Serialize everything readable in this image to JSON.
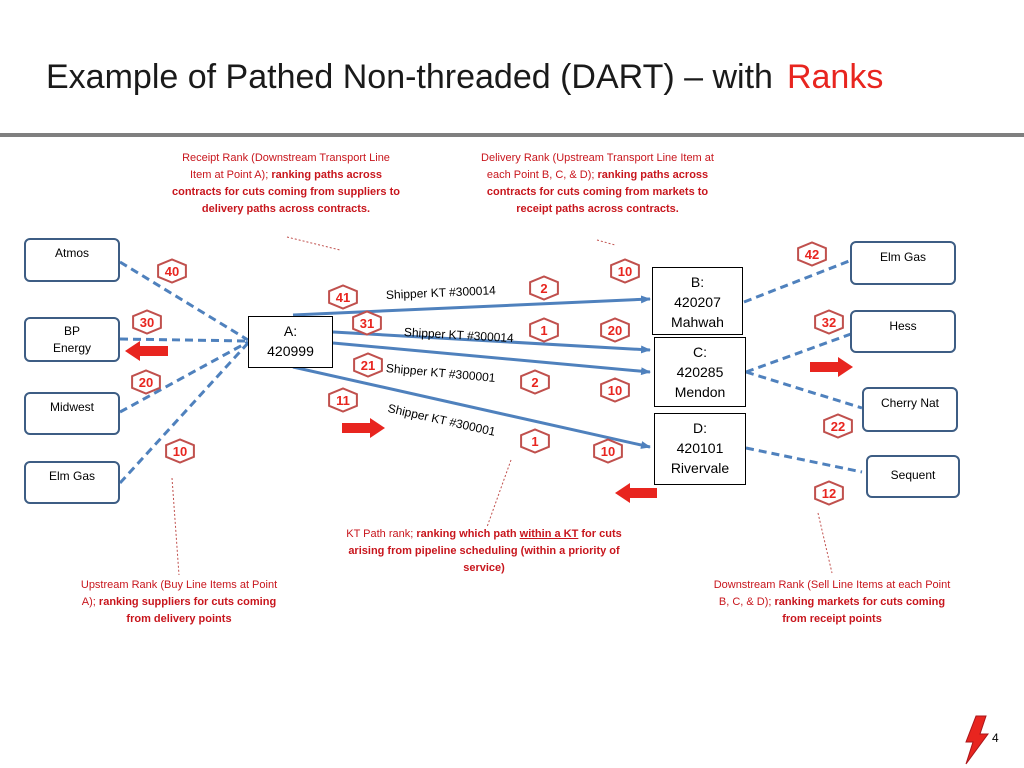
{
  "title": {
    "main": "Example of Pathed Non-threaded (DART) – with",
    "highlight": "Ranks"
  },
  "upstream_boxes": [
    {
      "label": "Atmos"
    },
    {
      "label": "BP",
      "label2": "Energy"
    },
    {
      "label": "Midwest"
    },
    {
      "label": "Elm Gas"
    }
  ],
  "downstream_boxes": [
    {
      "label": "Elm Gas"
    },
    {
      "label": "Hess"
    },
    {
      "label": "Cherry Nat"
    },
    {
      "label": "Sequent"
    }
  ],
  "nodes": {
    "a": {
      "l1": "A:",
      "l2": "420999"
    },
    "b": {
      "l1": "B:",
      "l2": "420207",
      "l3": "Mahwah"
    },
    "c": {
      "l1": "C:",
      "l2": "420285",
      "l3": "Mendon"
    },
    "d": {
      "l1": "D:",
      "l2": "420101",
      "l3": "Rivervale"
    }
  },
  "contracts": [
    "Shipper KT #300014",
    "Shipper KT #300014",
    "Shipper KT #300001",
    "Shipper KT #300001"
  ],
  "ranks": {
    "upstream": [
      "40",
      "30",
      "20",
      "10"
    ],
    "receipt": [
      "41",
      "31",
      "21",
      "11"
    ],
    "path": [
      "2",
      "1",
      "2",
      "1"
    ],
    "delivery": [
      "10",
      "20",
      "10",
      "10"
    ],
    "downstream": [
      "42",
      "32",
      "22",
      "12"
    ]
  },
  "notes": {
    "receipt": {
      "normal": "Receipt Rank (Downstream Transport Line Item at  Point A); ",
      "bold": "ranking paths across contracts for cuts coming from suppliers to delivery paths across contracts."
    },
    "delivery": {
      "normal": "Delivery Rank (Upstream Transport Line Item at each Point B, C,  & D); ",
      "bold": "ranking paths across contracts for cuts coming from markets to receipt paths across contracts."
    },
    "kt_path": {
      "normal": "KT Path rank; ",
      "bold1": "ranking which path ",
      "underline": "within a KT",
      "bold2": " for cuts arising from pipeline scheduling (within a priority of service)"
    },
    "upstream": {
      "normal": "Upstream Rank (Buy Line Items at Point A); ",
      "bold": "ranking suppliers for cuts coming from delivery points"
    },
    "downstream": {
      "normal": "Downstream Rank (Sell Line Items at each Point B, C, & D); ",
      "bold": "ranking markets for cuts coming from receipt points"
    }
  },
  "page_number": "4",
  "colors": {
    "accent_red": "#e8251f",
    "box_border": "#3d5d84",
    "line_blue": "#4f81bd",
    "badge_border": "#c0504d"
  },
  "icons": {
    "logo": "lightning-bolt-icon",
    "rank_badge": "hexagon-badge",
    "direction": "red-arrow"
  }
}
